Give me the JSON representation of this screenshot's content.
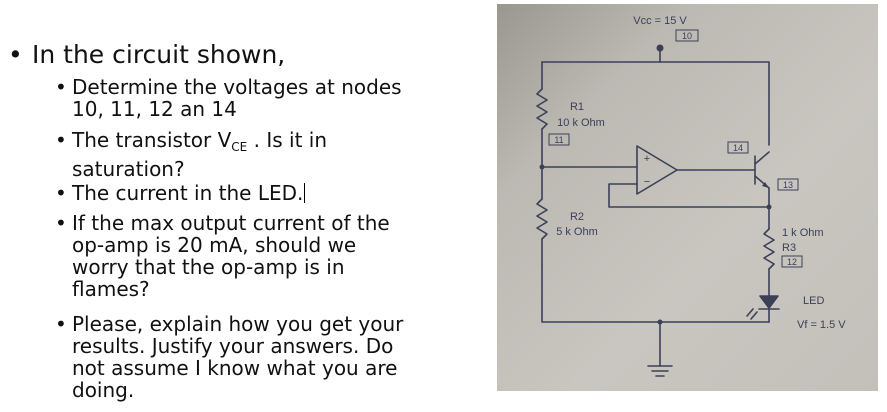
{
  "main_bullet": "In the circuit shown,",
  "sub_bullets": [
    {
      "lines": [
        "Determine the voltages at nodes",
        "10, 11, 12 an 14"
      ]
    },
    {
      "lines_pre": "The transistor V",
      "sub": "CE",
      "lines_post": " . Is it in",
      "line2": "saturation?"
    },
    {
      "lines": [
        "The current in the LED."
      ]
    },
    {
      "lines": [
        "If the max output current of the",
        "op-amp is 20 mA, should we",
        "worry that the op-amp is in",
        "flames?"
      ]
    },
    {
      "lines": [
        "Please, explain how you get your",
        "results. Justify your answers. Do",
        "not assume I know what you are",
        "doing."
      ]
    }
  ],
  "circuit": {
    "vcc_label": "Vcc = 15 V",
    "node_10": "10",
    "node_11": "11",
    "node_12": "12",
    "node_13": "13",
    "node_14": "14",
    "r1_name": "R1",
    "r1_value": "10 k Ohm",
    "r2_name": "R2",
    "r2_value": "5 k Ohm",
    "r3_value": "1 k Ohm",
    "r3_name": "R3",
    "led_name": "LED",
    "led_vf": "Vf = 1.5 V",
    "opamp_plus": "+",
    "opamp_minus": "−"
  }
}
